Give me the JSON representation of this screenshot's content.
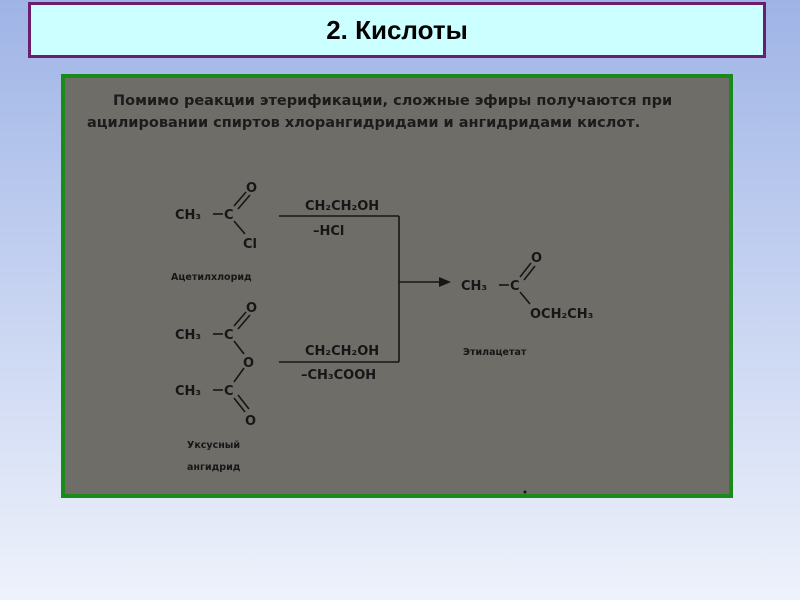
{
  "slide": {
    "title": "2. Кислоты",
    "intro_line1": "Помимо реакции этерификации, сложные эфиры получаются при",
    "intro_line2": "ацилировании спиртов хлорангидридами и ангидридами кислот."
  },
  "scheme": {
    "acetyl_chloride": {
      "ch3": "CH₃",
      "carbon": "C",
      "oxygen": "O",
      "chlorine": "Cl",
      "label": "Ацетилхлорид"
    },
    "anhydride": {
      "ch3_top": "CH₃",
      "c_top": "C",
      "o_top": "O",
      "o_bridge": "O",
      "ch3_bottom": "CH₃",
      "c_bottom": "C",
      "o_bottom": "O",
      "label_line1": "Уксусный",
      "label_line2": "ангидрид"
    },
    "reaction_top": {
      "reagent": "CH₂CH₂OH",
      "byproduct": "–HCl"
    },
    "reaction_bottom": {
      "reagent": "CH₂CH₂OH",
      "byproduct": "–CH₃COOH"
    },
    "product": {
      "ch3": "CH₃",
      "carbon": "C",
      "oxygen": "O",
      "ester_group": "OCH₂CH₃",
      "label": "Этилацетат"
    }
  }
}
